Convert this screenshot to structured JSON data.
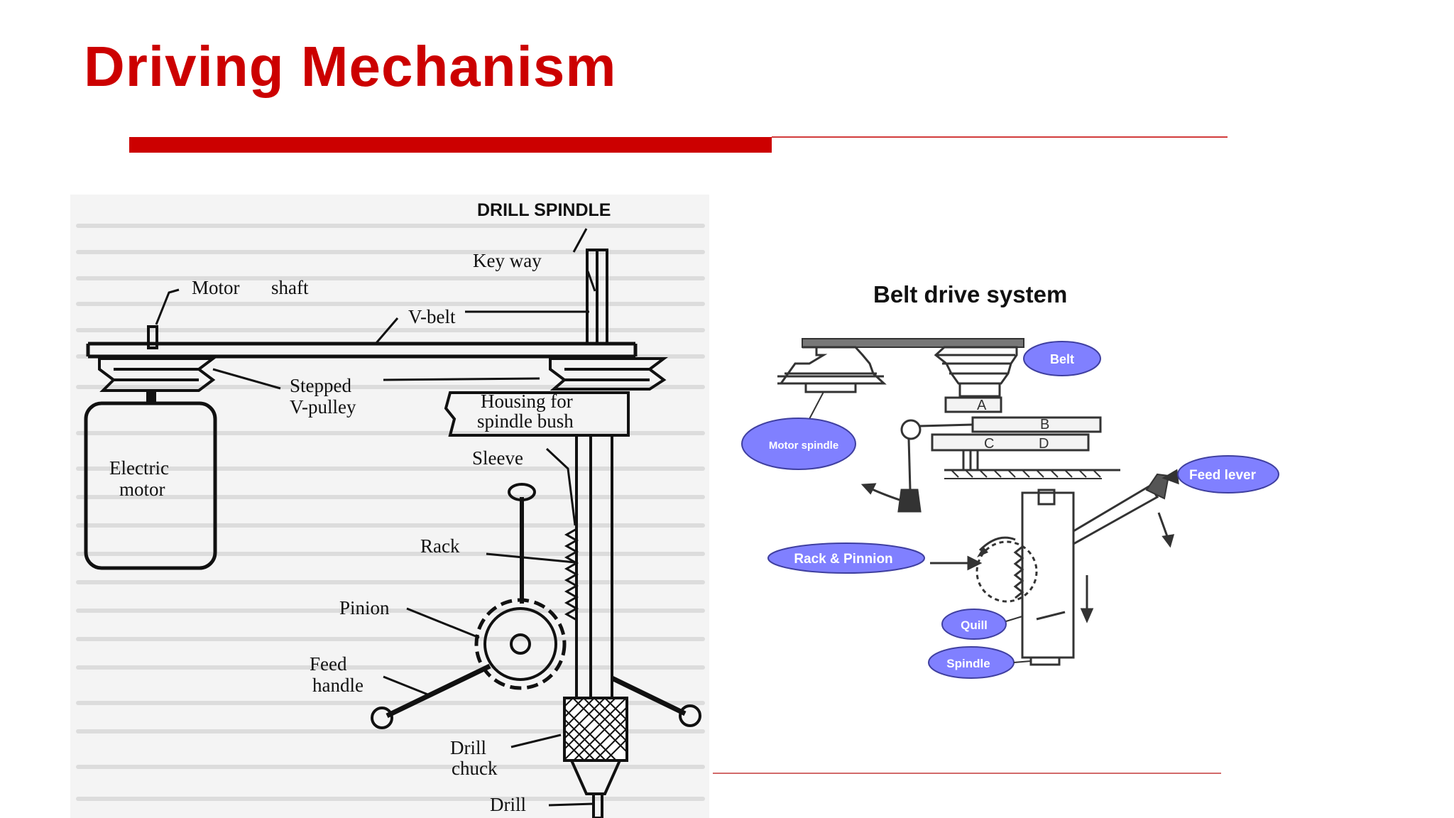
{
  "slide": {
    "title": "Driving Mechanism",
    "accent_color": "#cc0000"
  },
  "left_diagram": {
    "heading": "DRILL SPINDLE",
    "labels": {
      "key_way": "Key way",
      "motor": "Motor",
      "shaft": "shaft",
      "v_belt": "V-belt",
      "stepped": "Stepped",
      "v_pulley": "V-pulley",
      "housing_for": "Housing for",
      "spindle_bush": "spindle bush",
      "electric": "Electric",
      "motor2": "motor",
      "sleeve": "Sleeve",
      "rack": "Rack",
      "pinion": "Pinion",
      "feed": "Feed",
      "handle": "handle",
      "drill": "Drill",
      "chuck": "chuck",
      "drill_bit": "Drill"
    }
  },
  "right_diagram": {
    "title": "Belt drive system",
    "badge_color": "#8080ff",
    "badges": {
      "belt": "Belt",
      "motor_spindle": "Motor spindle",
      "feed_lever": "Feed  lever",
      "rack_pinion": "Rack & Pinnion",
      "quill": "Quill",
      "spindle": "Spindle"
    },
    "letters": {
      "a": "A",
      "b": "B",
      "c": "C",
      "d": "D"
    }
  }
}
